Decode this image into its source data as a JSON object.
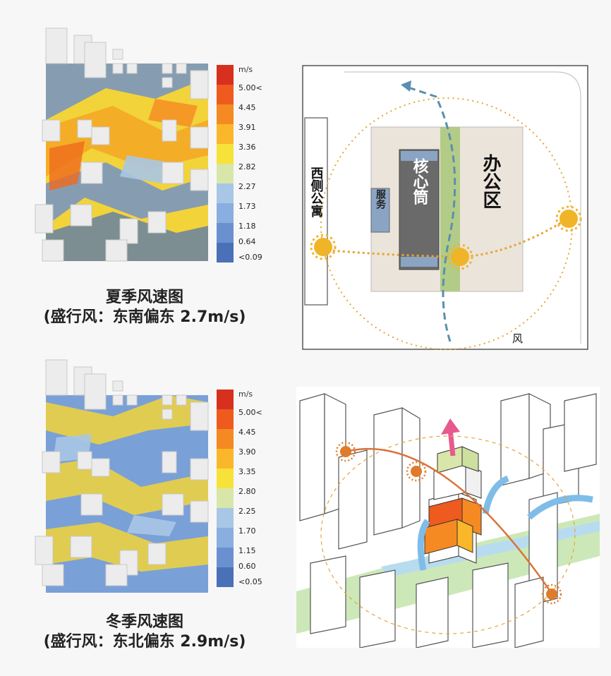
{
  "summer": {
    "unit": "m/s",
    "legend": [
      "5.00<",
      "4.45",
      "3.91",
      "3.36",
      "2.82",
      "2.27",
      "1.73",
      "1.18",
      "0.64",
      "<0.09"
    ],
    "title": "夏季风速图",
    "subtitle": "(盛行风：东南偏东 2.7m/s)"
  },
  "winter": {
    "unit": "m/s",
    "legend": [
      "5.00<",
      "4.45",
      "3.90",
      "3.35",
      "2.80",
      "2.25",
      "1.70",
      "1.15",
      "0.60",
      "<0.05"
    ],
    "title": "冬季风速图",
    "subtitle": "(盛行风：东北偏东 2.9m/s)"
  },
  "plan": {
    "west_apartment": "西侧公寓",
    "service": "服务",
    "core": "核心筒",
    "office": "办公区",
    "wind": "风"
  },
  "colors": {
    "legend_scale": [
      "#d7301f",
      "#ef5a1e",
      "#f58a22",
      "#fbb72a",
      "#f7e23a",
      "#d9e6a9",
      "#a8c6e6",
      "#8aaee0",
      "#6a90d0",
      "#4a70b8"
    ],
    "wind_arrow": "#5a8fb0",
    "sun_path": "#e6a532",
    "green_strip": "#a8c878",
    "pink_arrow": "#e9588f",
    "blue_flow": "#7fbde8"
  }
}
